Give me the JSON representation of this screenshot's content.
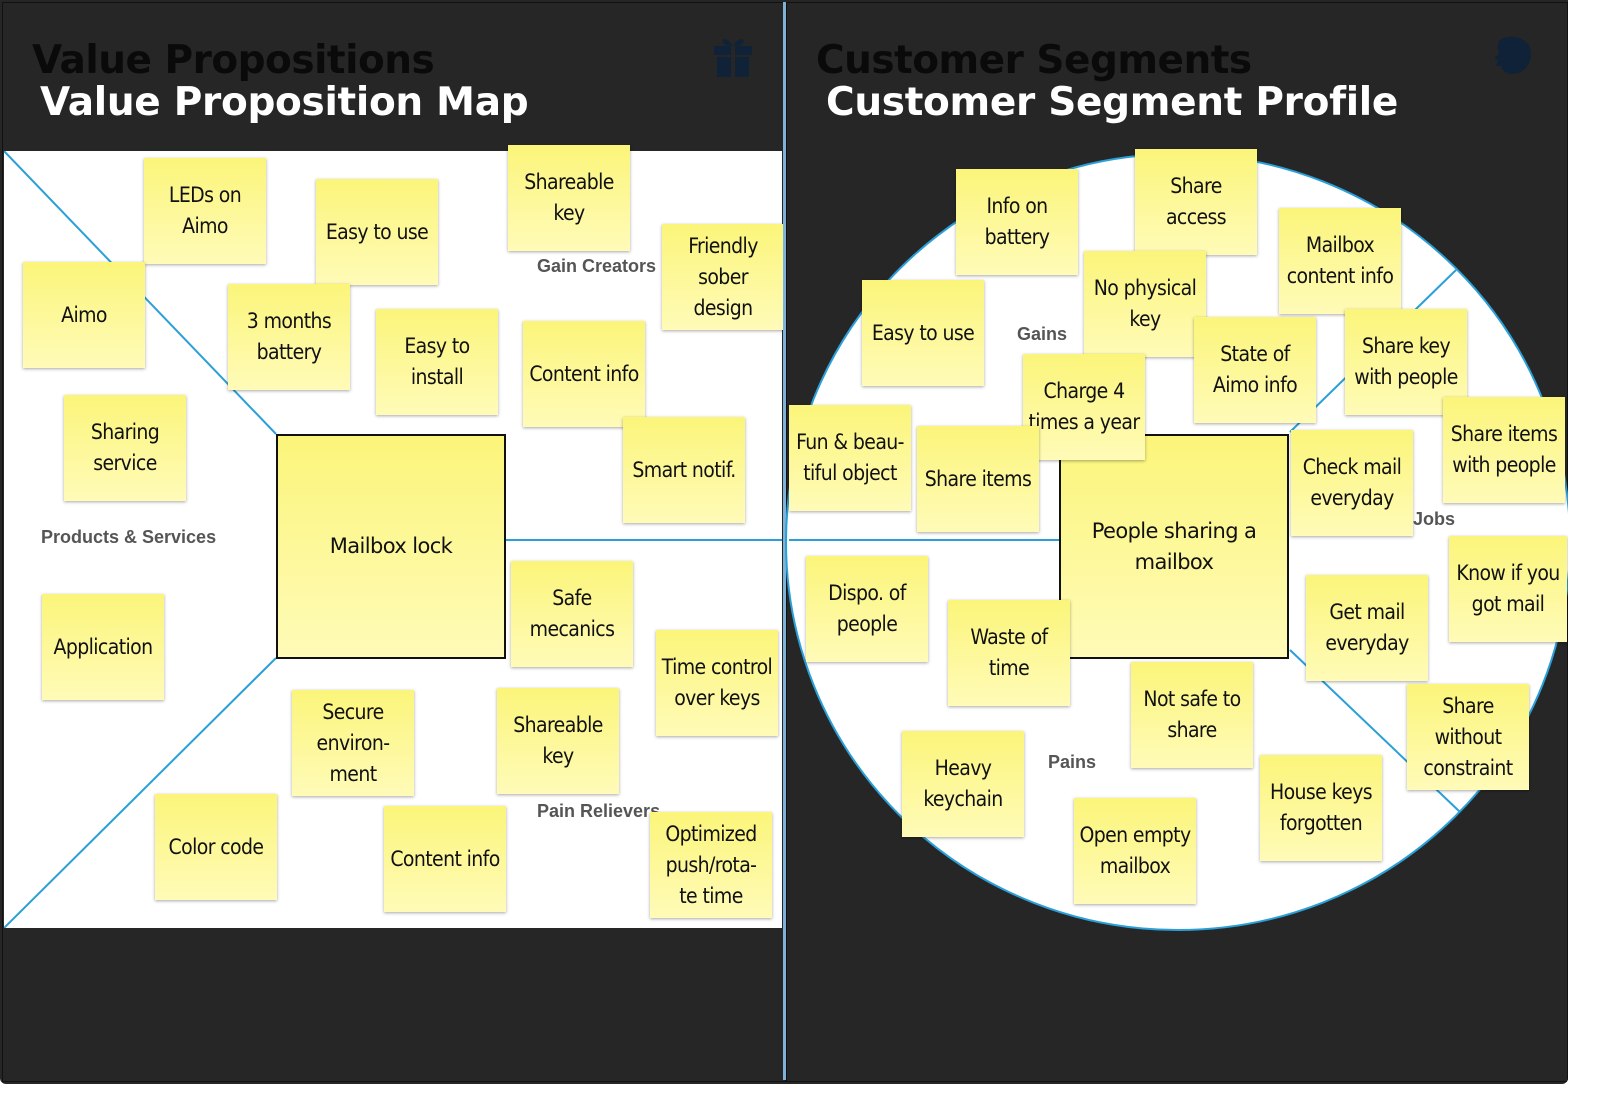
{
  "colors": {
    "background": "#262626",
    "canvas": "#ffffff",
    "sticky": "#fbf57a",
    "line": "#2a9fd8",
    "label": "#555555"
  },
  "left": {
    "ghost_title": "Value Propositions",
    "title": "Value Proposition Map",
    "icon": "gift-icon",
    "labels": {
      "gain_creators": "Gain Creators",
      "products": "Products & Services",
      "pain_relievers": "Pain Relievers"
    },
    "center": "Mailbox lock",
    "notes": {
      "leds": "LEDs on Aimo",
      "easy_use": "Easy to use",
      "shareable_key_top": "Shareable key",
      "friendly": "Friendly sober design",
      "aimo": "Aimo",
      "battery": "3 months battery",
      "easy_install": "Easy to install",
      "content_info_top": "Content info",
      "sharing": "Sharing service",
      "smart": "Smart notif.",
      "application": "Application",
      "safe": "Safe mecanics",
      "time_control": "Time control over keys",
      "secure": "Secure environ- ment",
      "shareable_key_bottom": "Shareable key",
      "color_code": "Color code",
      "content_info_bottom": "Content info",
      "optimized": "Optimized push/rota- te time"
    }
  },
  "right": {
    "ghost_title": "Customer Segments",
    "title": "Customer Segment Profile",
    "icon": "face-icon",
    "labels": {
      "gains": "Gains",
      "jobs": "Jobs",
      "pains": "Pains"
    },
    "center": "People sharing a mailbox",
    "notes": {
      "info_battery": "Info on battery",
      "share_access": "Share access",
      "mailbox_content": "Mailbox content info",
      "easy_use": "Easy to use",
      "no_physical": "No physical key",
      "state_aimo": "State of Aimo info",
      "share_key": "Share key with people",
      "charge": "Charge 4 times a year",
      "fun": "Fun & beau- tiful object",
      "share_items": "Share items",
      "check_mail": "Check mail everyday",
      "share_items_people": "Share items with people",
      "know_mail": "Know if you got mail",
      "dispo": "Dispo. of people",
      "waste": "Waste of time",
      "get_mail": "Get mail everyday",
      "not_safe": "Not safe to share",
      "share_without": "Share without constraint",
      "heavy": "Heavy keychain",
      "house_keys": "House keys forgotten",
      "open_empty": "Open empty mailbox"
    }
  }
}
